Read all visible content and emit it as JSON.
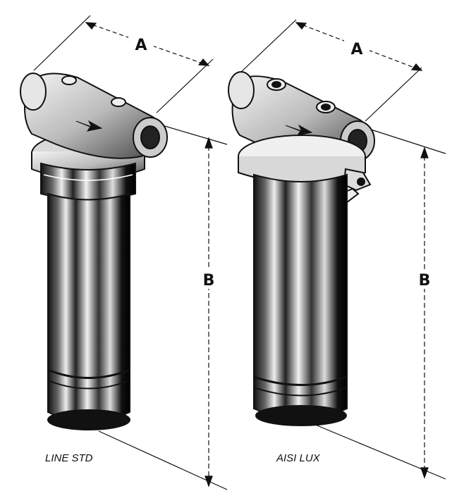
{
  "dimensions": {
    "left_width": "A",
    "left_height": "B",
    "right_width": "A",
    "right_height": "B"
  },
  "captions": {
    "left": "LINE STD",
    "right": "AISI LUX"
  }
}
